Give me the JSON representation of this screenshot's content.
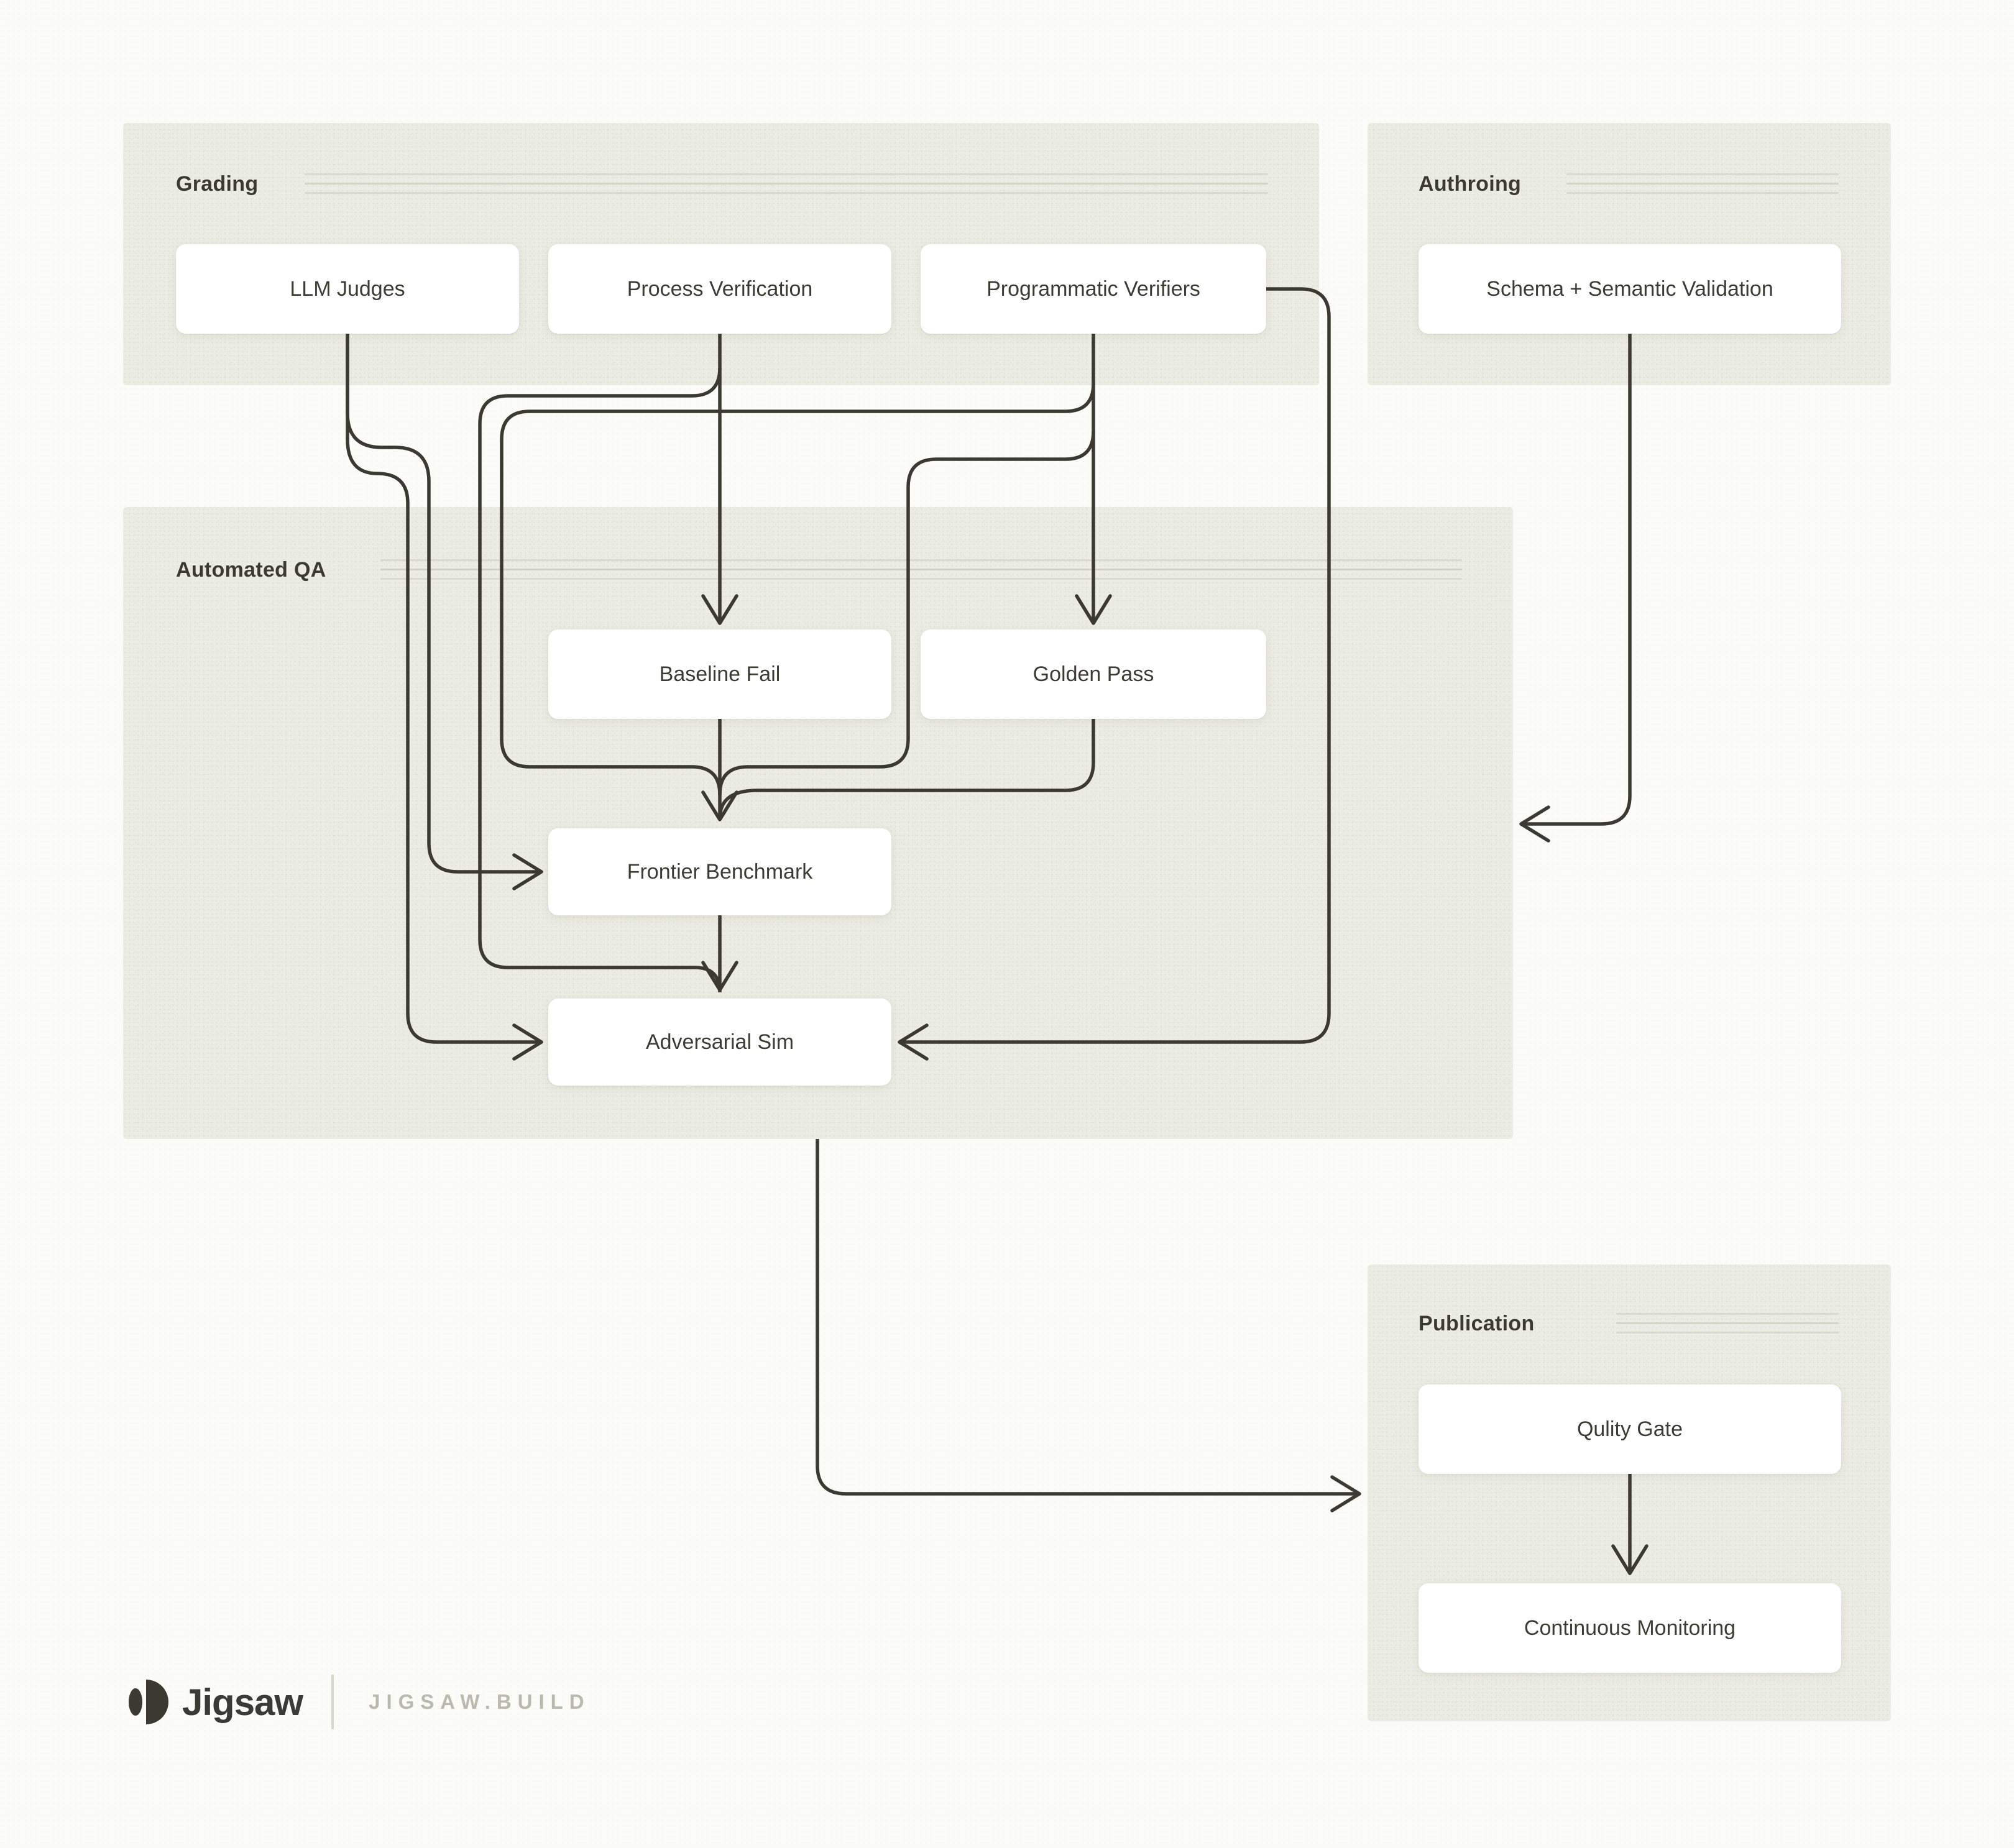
{
  "colors": {
    "page_background": "#fbfbf8",
    "panel_background": "#ebece3",
    "connector_line": "#3a3a33",
    "box_background": "#ffffff",
    "box_text": "#3c3c35",
    "header_text": "#3a3a33",
    "decorative_rule": "#d9d9cf",
    "muted_text": "#b9b9af"
  },
  "sections": {
    "grading": {
      "title": "Grading",
      "boxes": [
        {
          "label": "LLM Judges"
        },
        {
          "label": "Process Verification"
        },
        {
          "label": "Programmatic Verifiers"
        }
      ]
    },
    "authoring": {
      "title": "Authroing",
      "boxes": [
        {
          "label": "Schema + Semantic Validation"
        }
      ]
    },
    "automated_qa": {
      "title": "Automated QA",
      "boxes": [
        {
          "label": "Baseline Fail"
        },
        {
          "label": "Golden Pass"
        },
        {
          "label": "Frontier Benchmark"
        },
        {
          "label": "Adversarial Sim"
        }
      ]
    },
    "publication": {
      "title": "Publication",
      "boxes": [
        {
          "label": "Qulity Gate"
        },
        {
          "label": "Continuous Monitoring"
        }
      ]
    }
  },
  "connections": [
    {
      "from": "LLM Judges",
      "to": "Frontier Benchmark"
    },
    {
      "from": "LLM Judges",
      "to": "Adversarial Sim"
    },
    {
      "from": "Process Verification",
      "to": "Baseline Fail"
    },
    {
      "from": "Process Verification",
      "to": "Adversarial Sim"
    },
    {
      "from": "Programmatic Verifiers",
      "to": "Golden Pass"
    },
    {
      "from": "Programmatic Verifiers",
      "to": "Frontier Benchmark"
    },
    {
      "from": "Programmatic Verifiers",
      "to": "Adversarial Sim"
    },
    {
      "from": "Baseline Fail",
      "to": "Frontier Benchmark"
    },
    {
      "from": "Golden Pass",
      "to": "Frontier Benchmark"
    },
    {
      "from": "Frontier Benchmark",
      "to": "Adversarial Sim"
    },
    {
      "from": "Automated QA",
      "to": "Publication"
    },
    {
      "from": "Schema + Semantic Validation",
      "to": "Automated QA"
    },
    {
      "from": "Qulity Gate",
      "to": "Continuous Monitoring"
    }
  ],
  "footer": {
    "brand": "Jigsaw",
    "site": "JIGSAW.BUILD"
  }
}
